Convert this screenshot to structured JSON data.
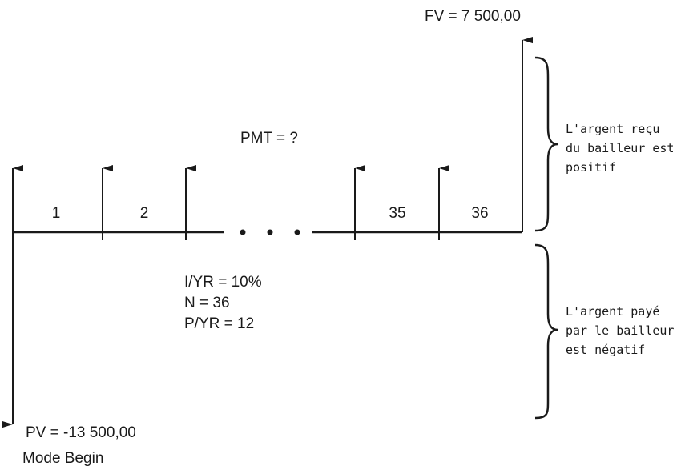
{
  "labels": {
    "fv": "FV = 7 500,00",
    "pmt": "PMT = ?",
    "pv": "PV = -13 500,00",
    "mode": "Mode Begin",
    "iyr": "I/YR = 10%",
    "n": "N = 36",
    "pyr": "P/YR = 12"
  },
  "periods": [
    "1",
    "2",
    "35",
    "36"
  ],
  "notes": {
    "positive": [
      "L'argent reçu",
      "du bailleur est",
      "positif"
    ],
    "negative": [
      "L'argent payé",
      "par le bailleur",
      "est négatif"
    ]
  },
  "colors": {
    "ink": "#1a1a1a"
  }
}
